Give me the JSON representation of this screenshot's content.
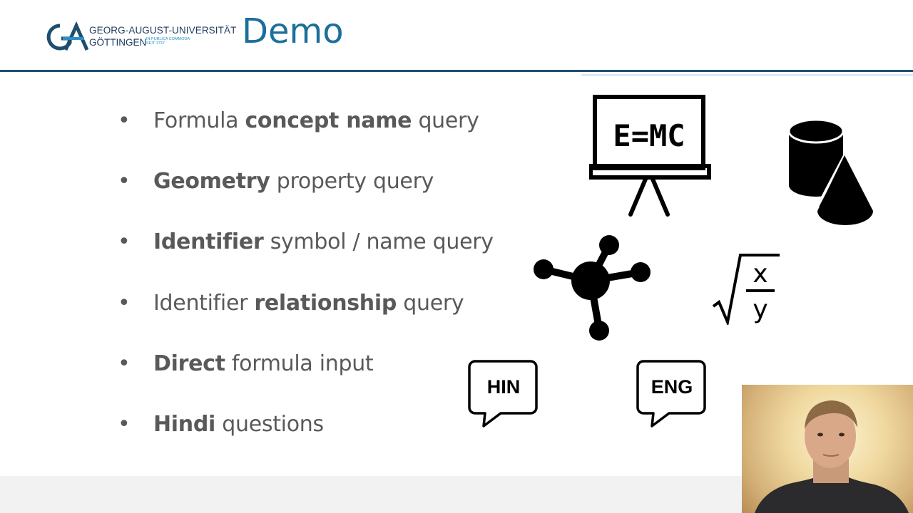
{
  "header": {
    "logo": {
      "monogram": "GA",
      "line1": "GEORG-AUGUST-UNIVERSITÄT",
      "line2": "GÖTTINGEN",
      "motto": "IN PUBLICA COMMODA",
      "since": "SEIT 1737"
    },
    "title": "Demo"
  },
  "bullets": [
    {
      "pre": "Formula ",
      "bold": "concept name",
      "post": " query"
    },
    {
      "pre": "",
      "bold": "Geometry",
      "post": " property query"
    },
    {
      "pre": "",
      "bold": "Identifier",
      "post": " symbol / name query"
    },
    {
      "pre": "Identifier ",
      "bold": "relationship",
      "post": " query"
    },
    {
      "pre": "",
      "bold": "Direct",
      "post": " formula input"
    },
    {
      "pre": "",
      "bold": "Hindi",
      "post": " questions"
    }
  ],
  "icons": {
    "blackboard_text": "E=MC",
    "sqrt_numerator": "x",
    "sqrt_denominator": "y",
    "bubble_left": "HIN",
    "bubble_right": "ENG",
    "names": [
      "blackboard-icon",
      "geometry-shapes-icon",
      "molecule-icon",
      "square-root-icon",
      "speech-bubble-icon"
    ]
  },
  "colors": {
    "title": "#1b6f9a",
    "rule": "#1e4e6e",
    "text": "#595959"
  }
}
